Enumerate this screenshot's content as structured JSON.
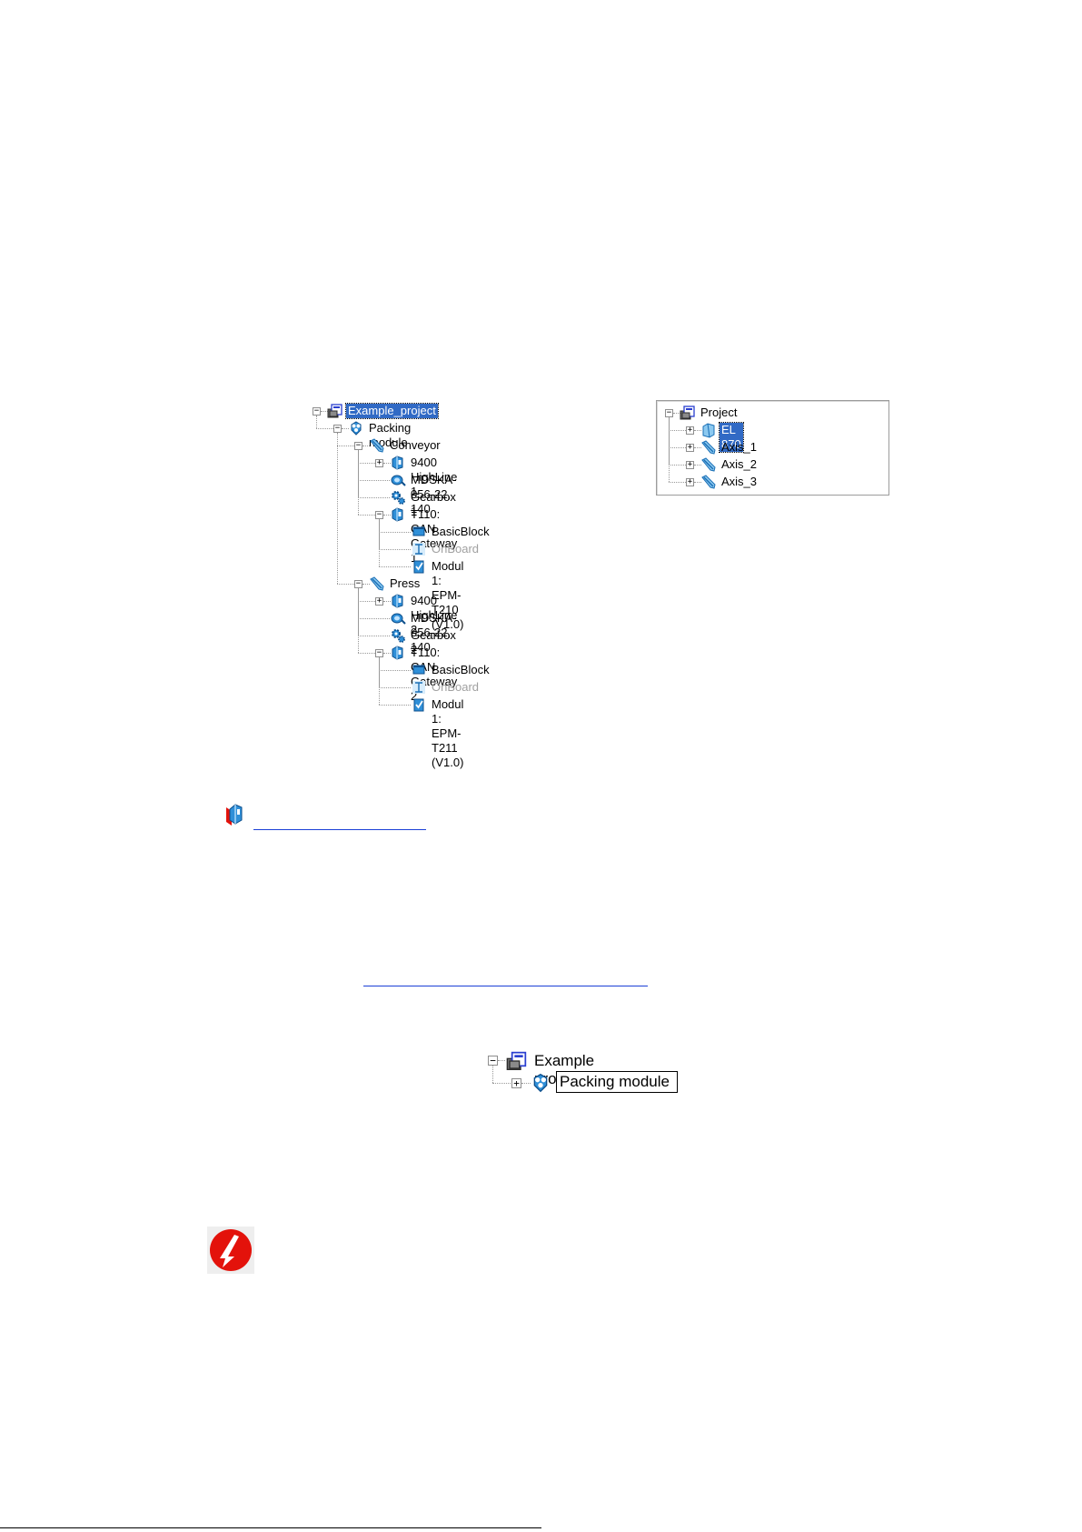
{
  "tree_main": {
    "items": [
      {
        "label": "Example_project",
        "icon": "project-icon",
        "level": 0,
        "exp": "-",
        "selected": true
      },
      {
        "label": "Packing module",
        "icon": "module-icon",
        "level": 1,
        "exp": "-"
      },
      {
        "label": "Conveyor",
        "icon": "axis-icon",
        "level": 2,
        "exp": "-"
      },
      {
        "label": "9400 HighLine 1",
        "icon": "controller-icon",
        "level": 3,
        "exp": "+"
      },
      {
        "label": "MDSKA-056-22, 140",
        "icon": "motor-icon",
        "level": 3,
        "exp": ""
      },
      {
        "label": "Gearbox 1",
        "icon": "gearbox-icon",
        "level": 3,
        "exp": ""
      },
      {
        "label": "T110: CAN Gateway 1",
        "icon": "controller-icon",
        "level": 3,
        "exp": "-"
      },
      {
        "label": "BasicBlock",
        "icon": "block-icon",
        "level": 4,
        "exp": ""
      },
      {
        "label": "OnBoard",
        "icon": "onboard-icon",
        "level": 4,
        "exp": "",
        "disabled": true
      },
      {
        "label": "Modul 1: EPM-T210 (V1.0)",
        "icon": "io-module-icon",
        "level": 4,
        "exp": ""
      },
      {
        "label": "Press",
        "icon": "axis-icon",
        "level": 2,
        "exp": "-"
      },
      {
        "label": "9400 HighLine 2",
        "icon": "controller-icon",
        "level": 3,
        "exp": "+"
      },
      {
        "label": "MDSKA-056-22, 140",
        "icon": "motor-icon",
        "level": 3,
        "exp": ""
      },
      {
        "label": "Gearbox 2",
        "icon": "gearbox-icon",
        "level": 3,
        "exp": ""
      },
      {
        "label": "T110: CAN Gateway 2",
        "icon": "controller-icon",
        "level": 3,
        "exp": "-"
      },
      {
        "label": "BasicBlock",
        "icon": "block-icon",
        "level": 4,
        "exp": ""
      },
      {
        "label": "OnBoard",
        "icon": "onboard-icon",
        "level": 4,
        "exp": "",
        "disabled": true
      },
      {
        "label": "Modul 1: EPM-T211 (V1.0)",
        "icon": "io-module-icon",
        "level": 4,
        "exp": ""
      }
    ]
  },
  "tree_right": {
    "items": [
      {
        "label": "Project",
        "icon": "project-icon",
        "level": 0,
        "exp": "-"
      },
      {
        "label": "EL 870",
        "icon": "pc-icon",
        "level": 1,
        "exp": "+",
        "selected": true
      },
      {
        "label": "Axis_1",
        "icon": "axis-icon",
        "level": 1,
        "exp": "+"
      },
      {
        "label": "Axis_2",
        "icon": "axis-icon",
        "level": 1,
        "exp": "+"
      },
      {
        "label": "Axis_3",
        "icon": "axis-icon",
        "level": 1,
        "exp": "+"
      }
    ]
  },
  "tree_rename": {
    "project_label": "Example project",
    "edit_value": "Packing module"
  },
  "colors": {
    "selection": "#316ac5",
    "icon_blue": "#2f8fd8",
    "stop_red": "#e3120b"
  },
  "icons": {
    "reference": "reference-book-icon",
    "stop": "stop-note-icon"
  }
}
